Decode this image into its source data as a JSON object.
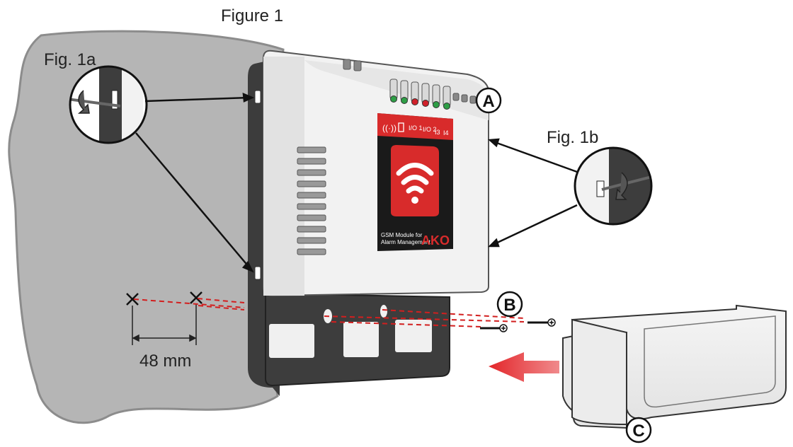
{
  "figure": {
    "title": "Figure 1",
    "fig_1a_label": "Fig. 1a",
    "fig_1b_label": "Fig. 1b",
    "callout_a": "A",
    "callout_b": "B",
    "callout_c": "C",
    "dimension_label": "48 mm"
  },
  "device": {
    "indicator_labels": [
      "I/O 1",
      "I/O 2",
      "I3",
      "I4"
    ],
    "product_line_1": "GSM Module for",
    "product_line_2": "Alarm Management",
    "brand": "AKO",
    "led_colors": [
      "#2e9e46",
      "#2e9e46",
      "#d0202a",
      "#d0202a",
      "#2e9e46",
      "#2e9e46"
    ]
  },
  "colors": {
    "wall": "#b5b5b5",
    "wall_edge": "#8c8c8c",
    "device_body": "#f2f2f2",
    "device_side": "#4a4a4a",
    "red_accent": "#d82b2b",
    "panel_dark": "#1a1a1a",
    "dashed_guide": "#d21f1f"
  }
}
